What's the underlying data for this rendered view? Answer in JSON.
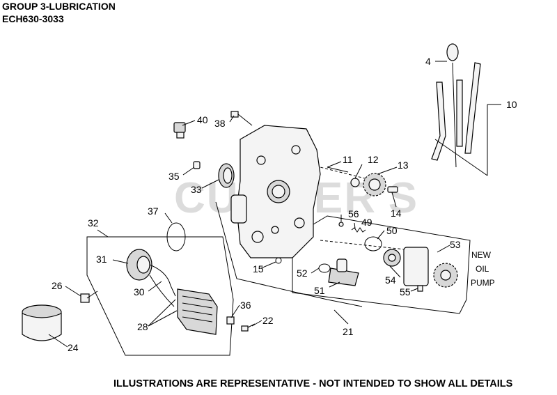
{
  "header": {
    "group": "GROUP 3-LUBRICATION",
    "model": "ECH630-3033"
  },
  "watermark": "CUMMER'S",
  "note_new_oil_pump": [
    "NEW",
    "OIL",
    "PUMP"
  ],
  "footer": "ILLUSTRATIONS ARE REPRESENTATIVE - NOT INTENDED TO SHOW ALL DETAILS",
  "callouts": {
    "c4": "4",
    "c10": "10",
    "c11": "11",
    "c12": "12",
    "c13": "13",
    "c14": "14",
    "c15": "15",
    "c21": "21",
    "c22": "22",
    "c24": "24",
    "c26": "26",
    "c28": "28",
    "c30": "30",
    "c31": "31",
    "c32": "32",
    "c33": "33",
    "c35": "35",
    "c36": "36",
    "c37": "37",
    "c38": "38",
    "c40": "40",
    "c49": "49",
    "c50": "50",
    "c51": "51",
    "c52": "52",
    "c53": "53",
    "c54": "54",
    "c55": "55",
    "c56": "56"
  }
}
